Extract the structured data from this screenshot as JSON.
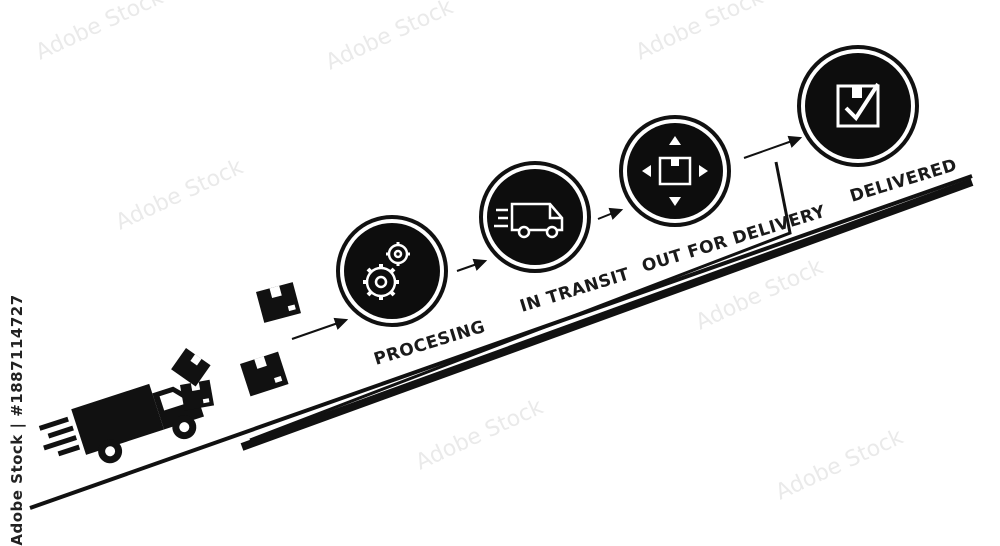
{
  "steps": [
    {
      "label": "PROCESING",
      "icon": "gears-icon"
    },
    {
      "label": "IN TRANSIT",
      "icon": "delivery-van-icon"
    },
    {
      "label": "OUT FOR DELIVERY",
      "icon": "box-arrows-icon"
    },
    {
      "label": "DELIVERED",
      "icon": "checked-clipboard-icon"
    }
  ],
  "stock_id": "Adobe Stock | #1887114727",
  "colors": {
    "ink": "#111111",
    "circle_fill": "#0d0d0d",
    "ring": "#111111",
    "icon": "#ffffff"
  }
}
